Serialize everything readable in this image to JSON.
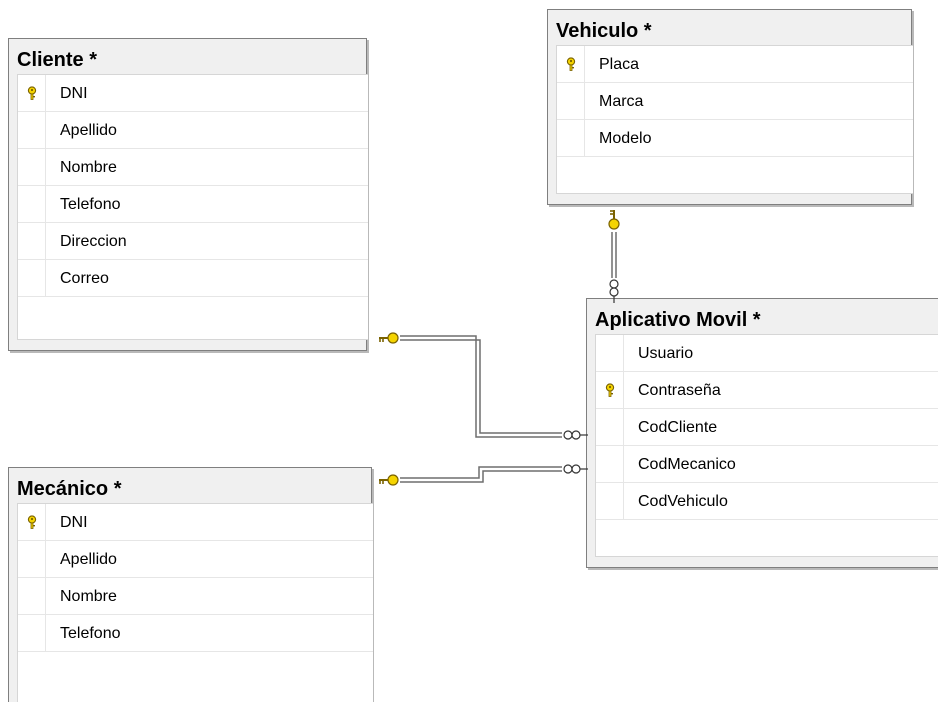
{
  "tables": {
    "cliente": {
      "title": "Cliente *",
      "columns": [
        {
          "name": "DNI",
          "key": true
        },
        {
          "name": "Apellido",
          "key": false
        },
        {
          "name": "Nombre",
          "key": false
        },
        {
          "name": "Telefono",
          "key": false
        },
        {
          "name": "Direccion",
          "key": false
        },
        {
          "name": "Correo",
          "key": false
        }
      ]
    },
    "vehiculo": {
      "title": "Vehiculo *",
      "columns": [
        {
          "name": "Placa",
          "key": true
        },
        {
          "name": "Marca",
          "key": false
        },
        {
          "name": "Modelo",
          "key": false
        }
      ]
    },
    "aplicativo": {
      "title": "Aplicativo Movil *",
      "columns": [
        {
          "name": "Usuario",
          "key": false
        },
        {
          "name": "Contraseña",
          "key": true
        },
        {
          "name": "CodCliente",
          "key": false
        },
        {
          "name": "CodMecanico",
          "key": false
        },
        {
          "name": "CodVehiculo",
          "key": false
        }
      ]
    },
    "mecanico": {
      "title": "Mecánico *",
      "columns": [
        {
          "name": "DNI",
          "key": true
        },
        {
          "name": "Apellido",
          "key": false
        },
        {
          "name": "Nombre",
          "key": false
        },
        {
          "name": "Telefono",
          "key": false
        }
      ]
    }
  },
  "relationships": [
    {
      "from": "cliente",
      "to": "aplicativo",
      "from_end": "one",
      "to_end": "many"
    },
    {
      "from": "mecanico",
      "to": "aplicativo",
      "from_end": "one",
      "to_end": "many"
    },
    {
      "from": "vehiculo",
      "to": "aplicativo",
      "from_end": "one",
      "to_end": "many"
    }
  ],
  "colors": {
    "key": "#f5d400",
    "key_outline": "#7a6200",
    "line": "#6e6e6e"
  }
}
